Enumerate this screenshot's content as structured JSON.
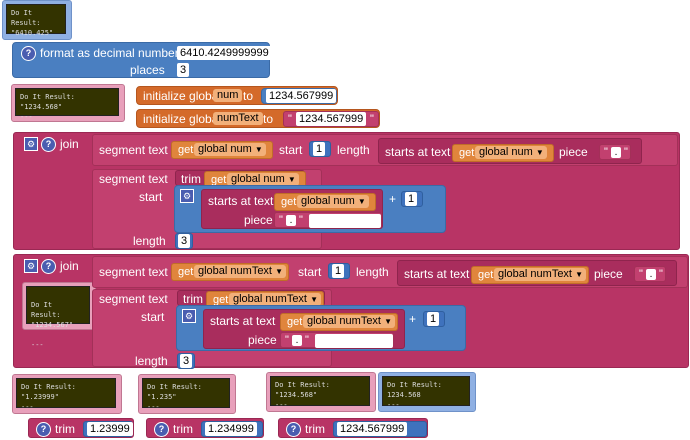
{
  "block1": {
    "result": "Do It Result: \"6410.425\"",
    "dots": "---",
    "label": "format as decimal number",
    "number": "6410.4249999999",
    "places_label": "places",
    "places": "3"
  },
  "init": {
    "result": "Do It Result: \"1234.568\"",
    "dots": "---",
    "row1_prefix": "initialize global",
    "row1_var": "num",
    "row1_to": "to",
    "row1_value": "1234.567999",
    "row2_prefix": "initialize global",
    "row2_var": "numText",
    "row2_to": "to",
    "row2_value": "1234.567999",
    "quote_open": "\"",
    "quote_close": "\""
  },
  "join1": {
    "join_label": "join",
    "seg_label": "segment  text",
    "get_label": "get",
    "var": "global num",
    "start_label": "start",
    "start_value": "1",
    "length_label": "length",
    "starts_at_label": "starts at  text",
    "piece_label": "piece",
    "piece_value": ".",
    "seg2_label": "segment  text",
    "trim_label": "trim",
    "start2_label": "start",
    "plus": "+",
    "plus_value": "1",
    "length2_label": "length",
    "length2_value": "3"
  },
  "join2": {
    "result": "Do It Result:\n\"1234.567\"",
    "dots": "---",
    "join_label": "join",
    "seg_label": "segment  text",
    "get_label": "get",
    "var": "global numText",
    "start_label": "start",
    "start_value": "1",
    "length_label": "length",
    "starts_at_label": "starts at  text",
    "piece_label": "piece",
    "piece_value": ".",
    "seg2_label": "segment  text",
    "trim_label": "trim",
    "start2_label": "start",
    "plus": "+",
    "plus_value": "1",
    "length2_label": "length",
    "length2_value": "3"
  },
  "trims": [
    {
      "result": "Do It Result: \"1.23999\"",
      "dots": "---",
      "label": "trim",
      "value": "1.23999"
    },
    {
      "result": "Do It Result: \"1.235\"",
      "dots": "---",
      "label": "trim",
      "value": "1.234999"
    },
    {
      "result": "Do It Result: \"1234.568\"",
      "dots": "---",
      "label": "trim",
      "value": "1234.567999",
      "result2": "Do It Result: 1234.568",
      "dots2": "---"
    }
  ],
  "icons": {
    "help": "?",
    "gear": "⚙"
  }
}
